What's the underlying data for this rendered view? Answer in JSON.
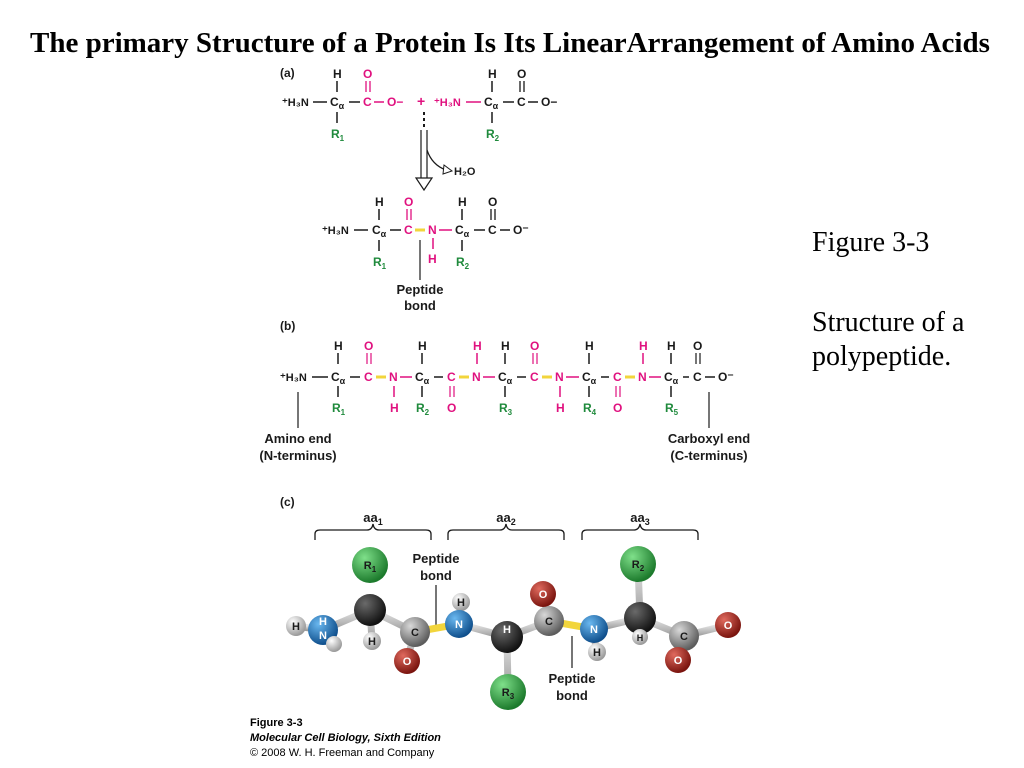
{
  "slide": {
    "title": "The primary Structure of a Protein Is Its LinearArrangement of Amino Acids",
    "caption_number": "Figure 3-3",
    "caption_text": "Structure of a polypeptide."
  },
  "colors": {
    "black": "#1a1a1a",
    "magenta": "#e0117f",
    "green": "#1f8a3c",
    "yellow_bond": "#f2d53c",
    "atom_green": "#2aa13a",
    "atom_blue": "#1b78c4",
    "atom_red": "#b3261e",
    "atom_black": "#2a2a2a",
    "atom_gray": "#8c8c8c",
    "atom_white": "#e8e8e8"
  },
  "figure": {
    "panel_a": {
      "label": "(a)",
      "amino1": {
        "n": "+H3N",
        "c_alpha": "Cα",
        "h": "H",
        "r": "R1",
        "carbonyl_c": "C",
        "o_double": "O",
        "o_minus": "O−"
      },
      "plus": "+",
      "amino2": {
        "n": "+H3N",
        "c_alpha": "Cα",
        "h": "H",
        "r": "R2",
        "carbonyl_c": "C",
        "o_double": "O",
        "o_minus": "O−"
      },
      "water": "H2O",
      "dipeptide": {
        "n": "+H3N",
        "r1": "R1",
        "r2": "R2",
        "amide_n": "N",
        "amide_h": "H"
      },
      "peptide_bond_label": [
        "Peptide",
        "bond"
      ]
    },
    "panel_b": {
      "label": "(b)",
      "residues": [
        "R1",
        "R2",
        "R3",
        "R4",
        "R5"
      ],
      "amino_end": [
        "Amino end",
        "(N-terminus)"
      ],
      "carboxyl_end": [
        "Carboxyl end",
        "(C-terminus)"
      ]
    },
    "panel_c": {
      "label": "(c)",
      "groups": [
        "aa1",
        "aa2",
        "aa3"
      ],
      "peptide_bond_label": [
        "Peptide",
        "bond"
      ],
      "r_groups": [
        "R1",
        "R3",
        "R2"
      ]
    }
  },
  "footer": {
    "figure": "Figure 3-3",
    "book": "Molecular Cell Biology, Sixth Edition",
    "copyright": "© 2008 W. H. Freeman and Company"
  }
}
